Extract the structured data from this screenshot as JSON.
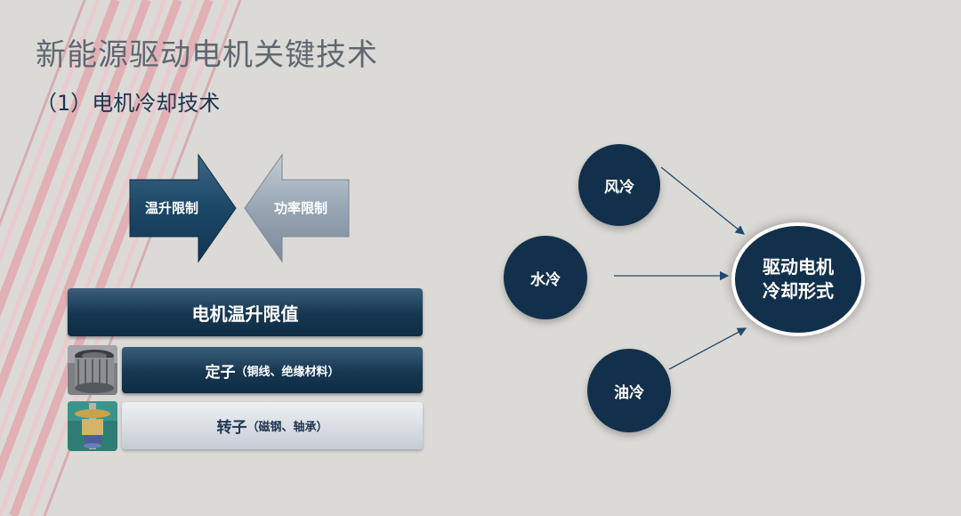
{
  "header": {
    "title": "新能源驱动电机关键技术",
    "subtitle": "（1）电机冷却技术"
  },
  "arrows": {
    "left_label": "温升限制",
    "right_label": "功率限制"
  },
  "limits": {
    "header": "电机温升限值",
    "stator_main": "定子",
    "stator_detail": "（铜线、绝缘材料）",
    "rotor_main": "转子",
    "rotor_detail": "（磁钢、轴承）"
  },
  "cooling": {
    "air": "风冷",
    "water": "水冷",
    "oil": "油冷",
    "center_line1": "驱动电机",
    "center_line2": "冷却形式"
  },
  "colors": {
    "background": "#dcdad6",
    "navy": "#12304b",
    "stripe": "#e8a7ae"
  },
  "icons": {
    "stator": "stator-photo",
    "rotor": "rotor-photo"
  }
}
